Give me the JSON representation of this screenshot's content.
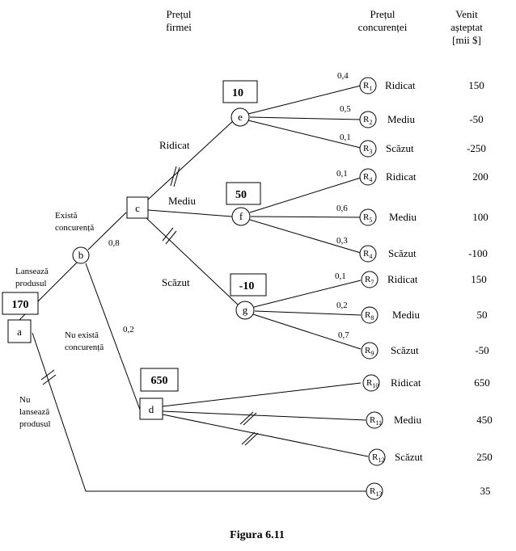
{
  "headers": {
    "firm_price_line1": "Prețul",
    "firm_price_line2": "firmei",
    "comp_price_line1": "Prețul",
    "comp_price_line2": "concurenței",
    "revenue_line1": "Venit",
    "revenue_line2": "așteptat",
    "revenue_line3": "[mii $]"
  },
  "nodes": {
    "a": "a",
    "b": "b",
    "c": "c",
    "d": "d",
    "e": "e",
    "f": "f",
    "g": "g"
  },
  "values": {
    "a": "170",
    "d": "650",
    "e": "10",
    "f": "50",
    "g": "-10"
  },
  "branch_labels": {
    "launch_1": "Lansează",
    "launch_2": "produsul",
    "no_launch_1": "Nu",
    "no_launch_2": "lansează",
    "no_launch_3": "produsul",
    "comp_exists_1": "Există",
    "comp_exists_2": "concurență",
    "no_comp_1": "Nu există",
    "no_comp_2": "concurență",
    "p_comp": "0,8",
    "p_no_comp": "0,2",
    "high": "Ridicat",
    "medium": "Mediu",
    "low": "Scăzut"
  },
  "outcomes": [
    {
      "letter": "R",
      "sub": "1",
      "prob": "0,4",
      "label": "Ridicat",
      "revenue": "150"
    },
    {
      "letter": "R",
      "sub": "2",
      "prob": "0,5",
      "label": "Mediu",
      "revenue": "-50"
    },
    {
      "letter": "R",
      "sub": "3",
      "prob": "0,1",
      "label": "Scăzut",
      "revenue": "-250"
    },
    {
      "letter": "R",
      "sub": "4",
      "prob": "0,1",
      "label": "Ridicat",
      "revenue": "200"
    },
    {
      "letter": "R",
      "sub": "5",
      "prob": "0,6",
      "label": "Mediu",
      "revenue": "100"
    },
    {
      "letter": "R",
      "sub": "4",
      "prob": "0,3",
      "label": "Scăzut",
      "revenue": "-100"
    },
    {
      "letter": "R",
      "sub": "7",
      "prob": "0,1",
      "label": "Ridicat",
      "revenue": "150"
    },
    {
      "letter": "R",
      "sub": "8",
      "prob": "0,2",
      "label": "Mediu",
      "revenue": "50"
    },
    {
      "letter": "R",
      "sub": "9",
      "prob": "0,7",
      "label": "Scăzut",
      "revenue": "-50"
    },
    {
      "letter": "R",
      "sub": "10",
      "prob": "",
      "label": "Ridicat",
      "revenue": "650"
    },
    {
      "letter": "R",
      "sub": "11",
      "prob": "",
      "label": "Mediu",
      "revenue": "450"
    },
    {
      "letter": "R",
      "sub": "12",
      "prob": "",
      "label": "Scăzut",
      "revenue": "250"
    },
    {
      "letter": "R",
      "sub": "13",
      "prob": "",
      "label": "",
      "revenue": "35"
    }
  ],
  "caption": "Figura 6.11"
}
